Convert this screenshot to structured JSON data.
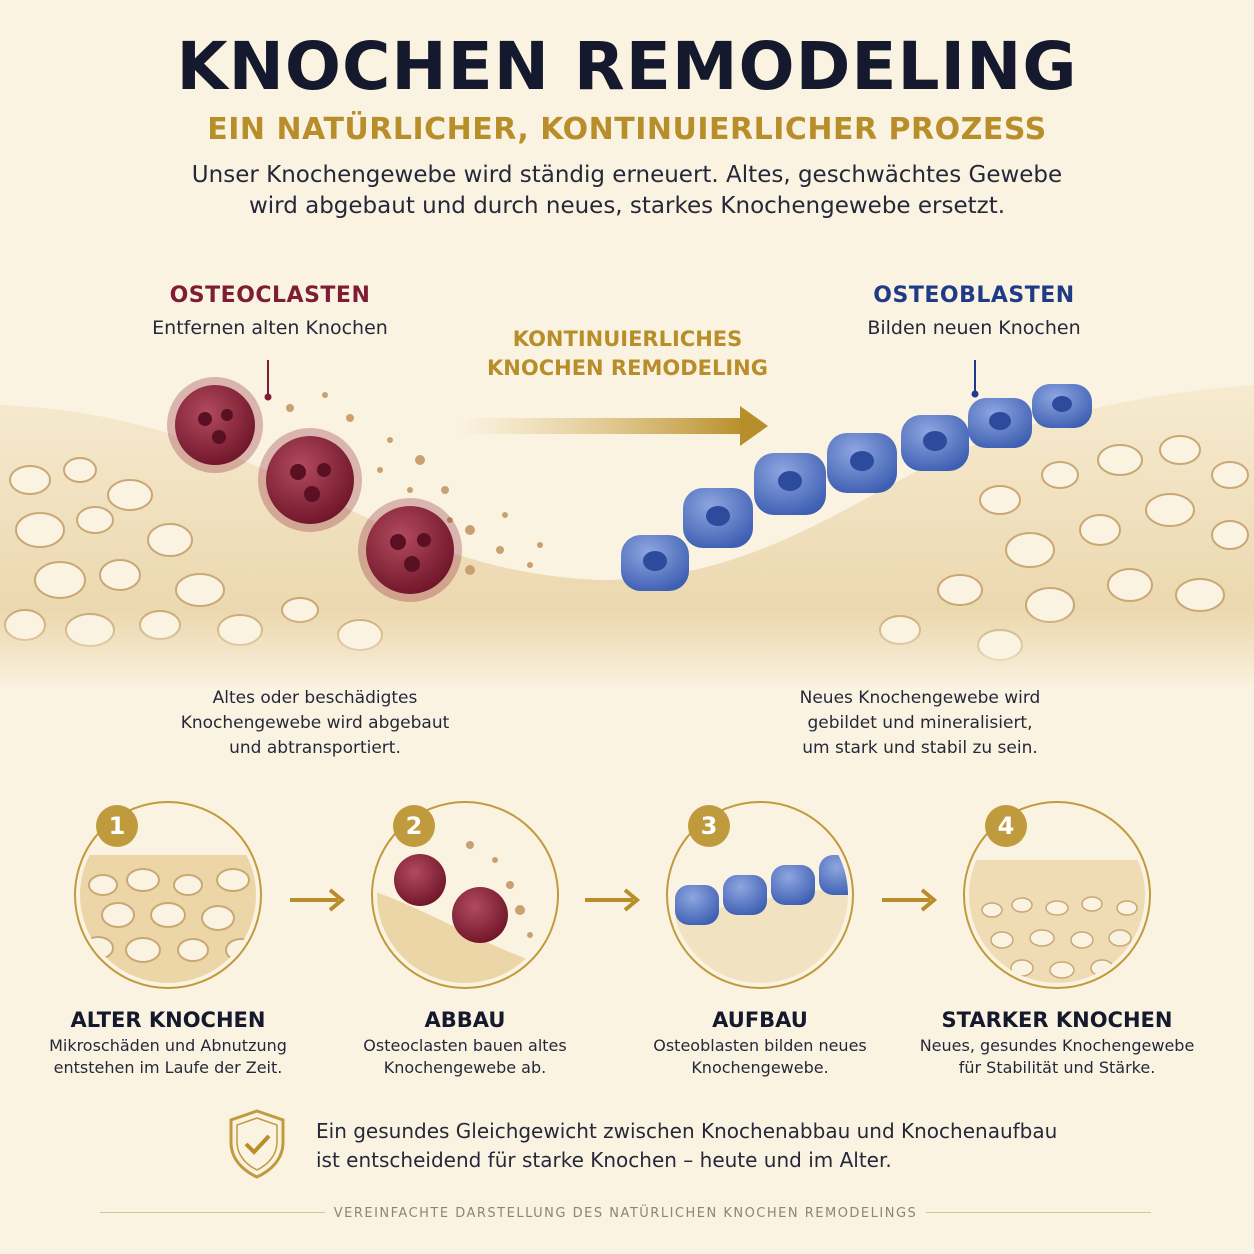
{
  "header": {
    "title": "KNOCHEN REMODELING",
    "subtitle": "EIN NATÜRLICHER, KONTINUIERLICHER PROZESS",
    "intro_line1": "Unser Knochengewebe wird ständig erneuert. Altes, geschwächtes Gewebe",
    "intro_line2": "wird abgebaut und durch neues, starkes Knochengewebe ersetzt."
  },
  "osteoclasts": {
    "title": "OSTEOCLASTEN",
    "subtitle": "Entfernen alten Knochen"
  },
  "osteoblasts": {
    "title": "OSTEOBLASTEN",
    "subtitle": "Bilden neuen Knochen"
  },
  "center_label": {
    "line1": "KONTINUIERLICHES",
    "line2": "KNOCHEN REMODELING"
  },
  "captions": {
    "left": [
      "Altes oder beschädigtes",
      "Knochengewebe wird abgebaut",
      "und abtransportiert."
    ],
    "right": [
      "Neues Knochengewebe wird",
      "gebildet und mineralisiert,",
      "um stark und stabil zu sein."
    ]
  },
  "steps": [
    {
      "number": "1",
      "title": "ALTER KNOCHEN",
      "desc_line1": "Mikroschäden und Abnutzung",
      "desc_line2": "entstehen im Laufe der Zeit."
    },
    {
      "number": "2",
      "title": "ABBAU",
      "desc_line1": "Osteoclasten bauen altes",
      "desc_line2": "Knochengewebe ab."
    },
    {
      "number": "3",
      "title": "AUFBAU",
      "desc_line1": "Osteoblasten bilden neues",
      "desc_line2": "Knochengewebe."
    },
    {
      "number": "4",
      "title": "STARKER KNOCHEN",
      "desc_line1": "Neues, gesundes Knochengewebe",
      "desc_line2": "für Stabilität und Stärke."
    }
  ],
  "note": {
    "line1": "Ein gesundes Gleichgewicht zwischen Knochenabbau und Knochenaufbau",
    "line2": "ist entscheidend für starke Knochen – heute und im Alter."
  },
  "footer": "VEREINFACHTE DARSTELLUNG DES NATÜRLICHEN KNOCHEN REMODELINGS",
  "icons": [
    "shield-check-icon",
    "arrow-right-icon"
  ],
  "colors": {
    "title": "#14192e",
    "gold": "#b88e2a",
    "osteoclast": "#7e1d33",
    "osteoblast": "#1f3b88",
    "bone": "#efdcb4",
    "background": "#fbf3e2"
  }
}
